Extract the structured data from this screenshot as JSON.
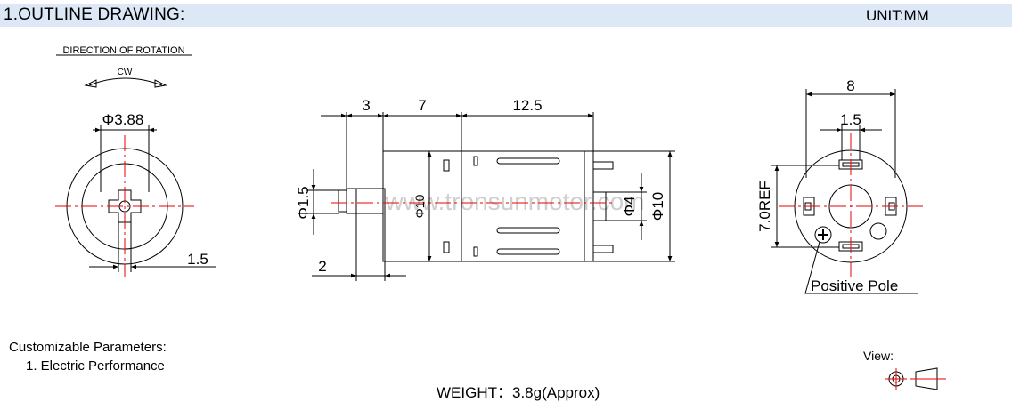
{
  "header": {
    "title": "1.OUTLINE DRAWING:",
    "unit": "UNIT:MM"
  },
  "rotation": {
    "heading": "DIRECTION OF ROTATION",
    "direction": "CW"
  },
  "front_view": {
    "shaft_dim": "Φ3.88",
    "width_dim": "1.5"
  },
  "side_view": {
    "dim_a": "3",
    "dim_b": "7",
    "dim_c": "12.5",
    "shaft_dia": "Φ1.5",
    "collar_len": "2",
    "body_dia": "Φ10",
    "rear_dia": "Φ4",
    "can_dia": "Φ10"
  },
  "rear_view": {
    "width_dim": "8",
    "terminal_dim": "1.5",
    "ref_dim": "7.0REF",
    "positive_pole": "Positive Pole"
  },
  "notes": {
    "heading": "Customizable Parameters:",
    "item_1": "1. Electric Performance"
  },
  "weight": "WEIGHT：3.8g(Approx)",
  "view_label": "View:",
  "watermark": "www.tronsunmotor.com"
}
